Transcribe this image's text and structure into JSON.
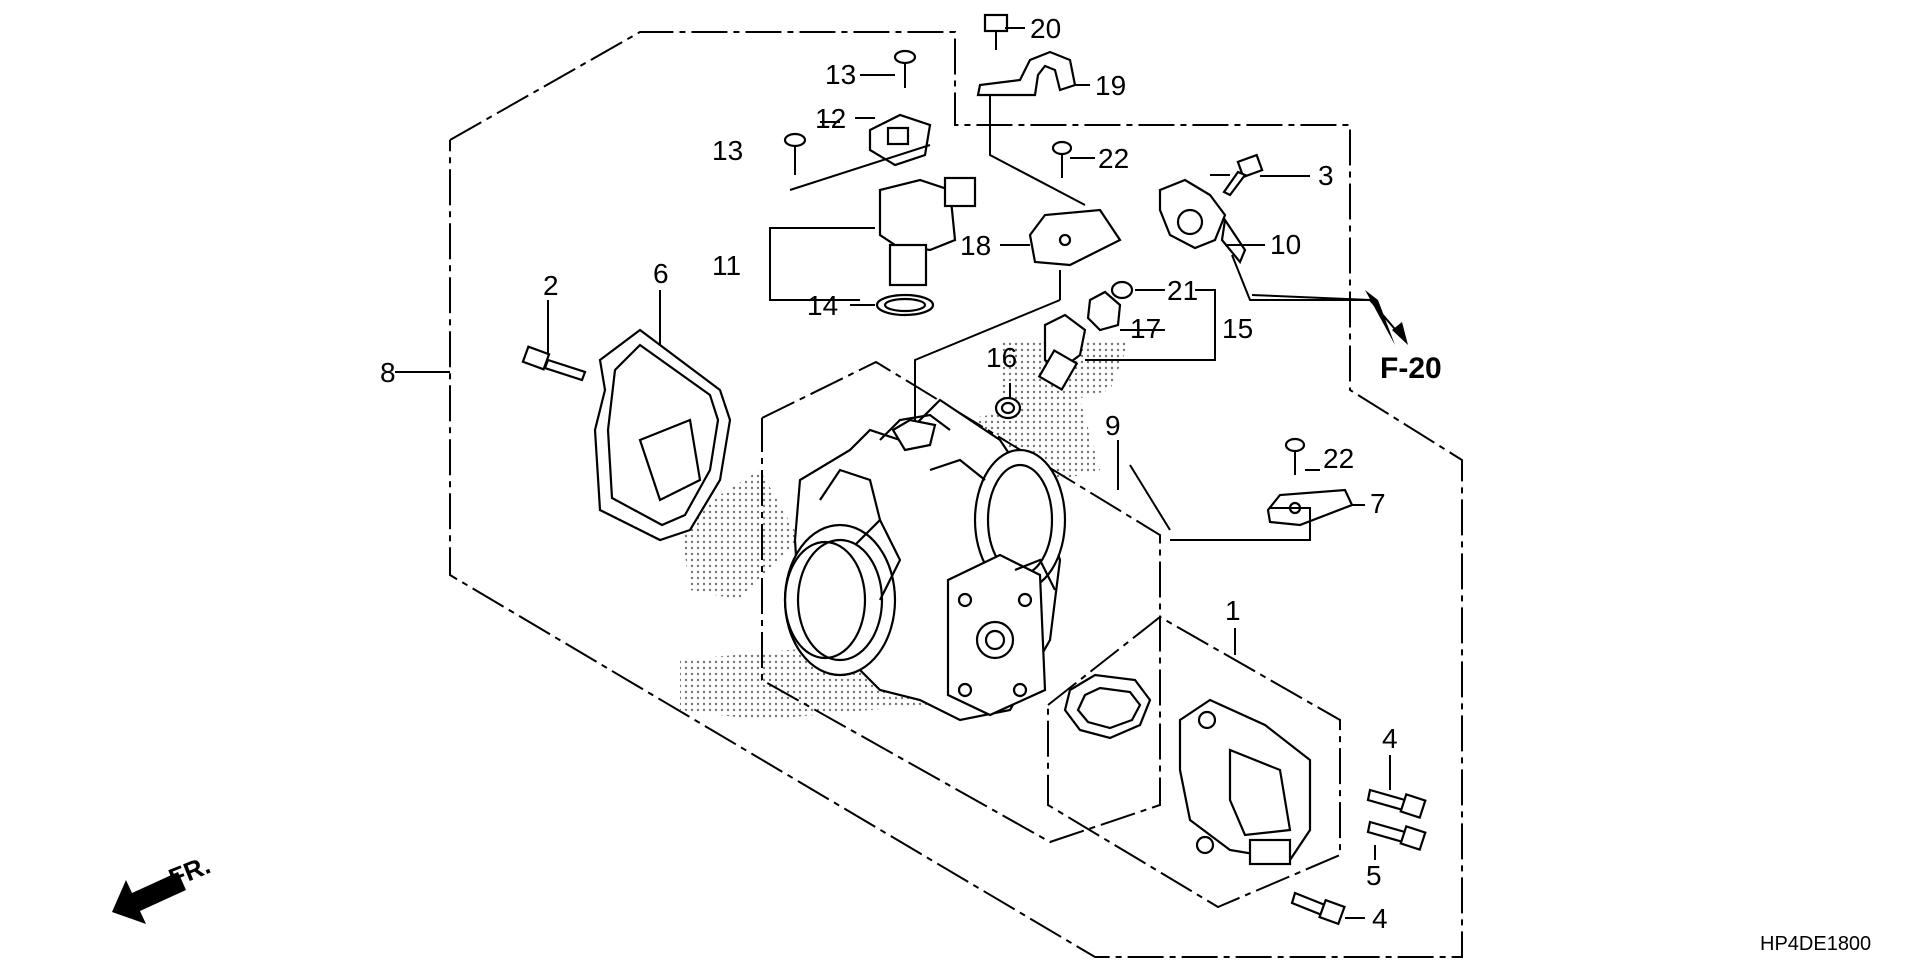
{
  "diagram": {
    "code": "HP4DE1800",
    "reference": "F-20",
    "front_label": "FR.",
    "callouts": {
      "c1": "1",
      "c2": "2",
      "c3": "3",
      "c4a": "4",
      "c4b": "4",
      "c5": "5",
      "c6": "6",
      "c7": "7",
      "c8": "8",
      "c9": "9",
      "c10": "10",
      "c11": "11",
      "c12": "12",
      "c13a": "13",
      "c13b": "13",
      "c14": "14",
      "c15": "15",
      "c16": "16",
      "c17": "17",
      "c18": "18",
      "c19": "19",
      "c20": "20",
      "c21": "21",
      "c22a": "22",
      "c22b": "22"
    }
  }
}
